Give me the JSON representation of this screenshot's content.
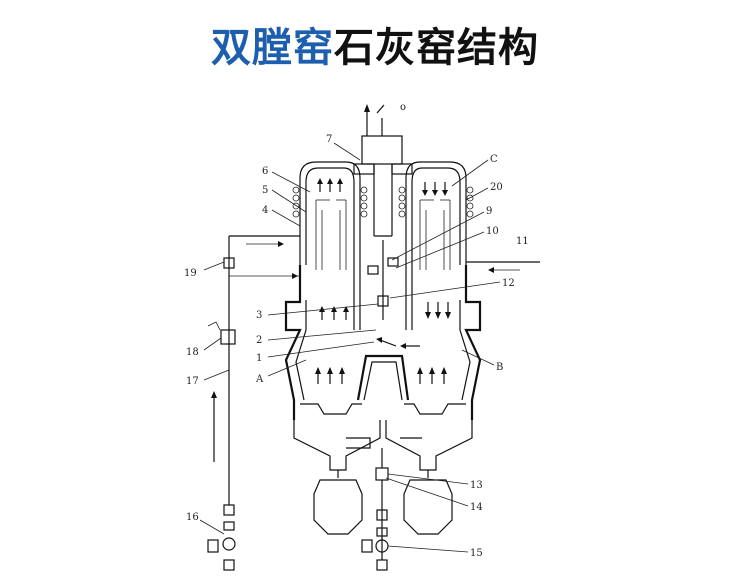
{
  "title": {
    "part1": "双膛窑",
    "part2": "石灰窑结构"
  },
  "labels": {
    "l7": "7",
    "l6": "6",
    "l5": "5",
    "l4": "4",
    "lC": "C",
    "l20": "20",
    "l9": "9",
    "l10": "10",
    "l11": "11",
    "l12": "12",
    "l19": "19",
    "l3": "3",
    "l2": "2",
    "l1": "1",
    "lA": "A",
    "lB": "B",
    "l18": "18",
    "l17": "17",
    "l16": "16",
    "l13": "13",
    "l14": "14",
    "l15": "15",
    "lo": "o"
  },
  "colors": {
    "title_blue": "#1d5fae",
    "title_black": "#111111",
    "line": "#111111"
  }
}
